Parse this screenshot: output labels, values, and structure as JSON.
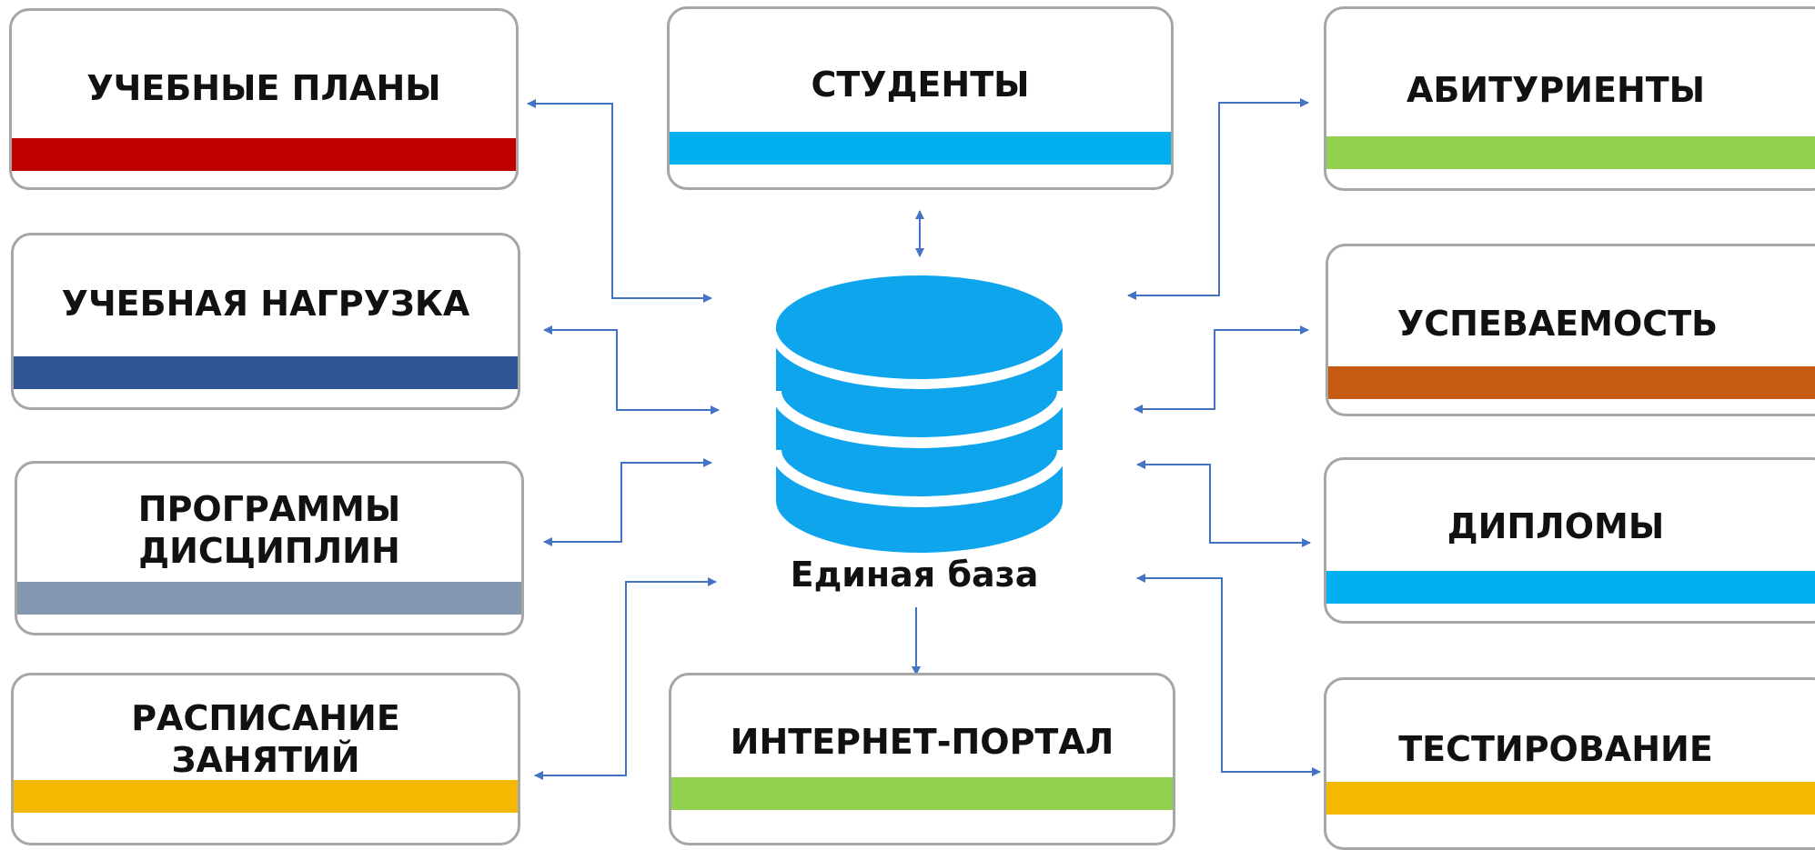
{
  "nodes": [
    {
      "id": "uchebnye-plany",
      "label": "УЧЕБНЫЕ ПЛАНЫ",
      "color": "#c00000"
    },
    {
      "id": "studenty",
      "label": "СТУДЕНТЫ",
      "color": "#00b0f0"
    },
    {
      "id": "abiturienty",
      "label": "АБИТУРИЕНТЫ",
      "color": "#92d050"
    },
    {
      "id": "uchebnaya-nagruzka",
      "label": "УЧЕБНАЯ  НАГРУЗКА",
      "color": "#2f5597"
    },
    {
      "id": "uspevaemost",
      "label": "УСПЕВАЕМОСТЬ",
      "color": "#c55a11"
    },
    {
      "id": "programmy-distsiplin",
      "label": "ПРОГРАММЫ\nДИСЦИПЛИН",
      "color": "#8497b0"
    },
    {
      "id": "diplomy",
      "label": "ДИПЛОМЫ",
      "color": "#00b0f0"
    },
    {
      "id": "raspisanie-zanyatiy",
      "label": "РАСПИСАНИЕ\nЗАНЯТИЙ",
      "color": "#f4b800"
    },
    {
      "id": "internet-portal",
      "label": "ИНТЕРНЕТ-ПОРТАЛ",
      "color": "#92d050"
    },
    {
      "id": "testirovanie",
      "label": "ТЕСТИРОВАНИЕ",
      "color": "#f4b800"
    }
  ],
  "center": {
    "label": "Единая база",
    "color": "#0ea5ed"
  },
  "arrow_color": "#4472c4"
}
